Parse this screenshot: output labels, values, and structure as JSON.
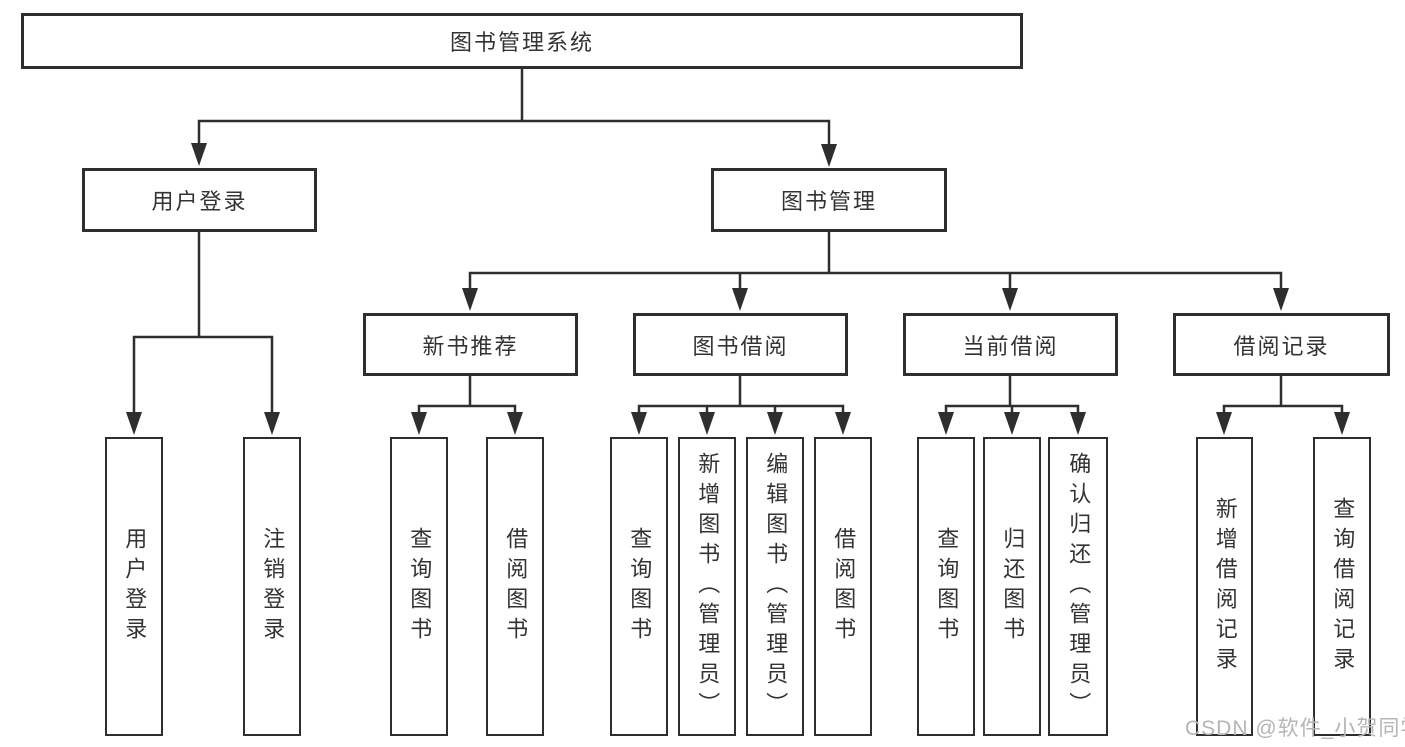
{
  "tree": {
    "root": {
      "label": "图书管理系统"
    },
    "branches": [
      {
        "label": "用户登录",
        "children": [
          {
            "label": "用户登录"
          },
          {
            "label": "注销登录"
          }
        ]
      },
      {
        "label": "图书管理",
        "children": [
          {
            "label": "新书推荐",
            "children": [
              {
                "label": "查询图书"
              },
              {
                "label": "借阅图书"
              }
            ]
          },
          {
            "label": "图书借阅",
            "children": [
              {
                "label": "查询图书"
              },
              {
                "label": "新增图书（管理员）"
              },
              {
                "label": "编辑图书（管理员）"
              },
              {
                "label": "借阅图书"
              }
            ]
          },
          {
            "label": "当前借阅",
            "children": [
              {
                "label": "查询图书"
              },
              {
                "label": "归还图书"
              },
              {
                "label": "确认归还（管理员）"
              }
            ]
          },
          {
            "label": "借阅记录",
            "children": [
              {
                "label": "新增借阅记录"
              },
              {
                "label": "查询借阅记录"
              }
            ]
          }
        ]
      }
    ]
  },
  "watermark": {
    "text": "CSDN @软件_小贺同学"
  },
  "colors": {
    "line": "#2e2e2e",
    "box_border": "#2e2e2e",
    "box_bg": "#ffffff",
    "text": "#333333",
    "watermark": "#b5b5b5"
  }
}
